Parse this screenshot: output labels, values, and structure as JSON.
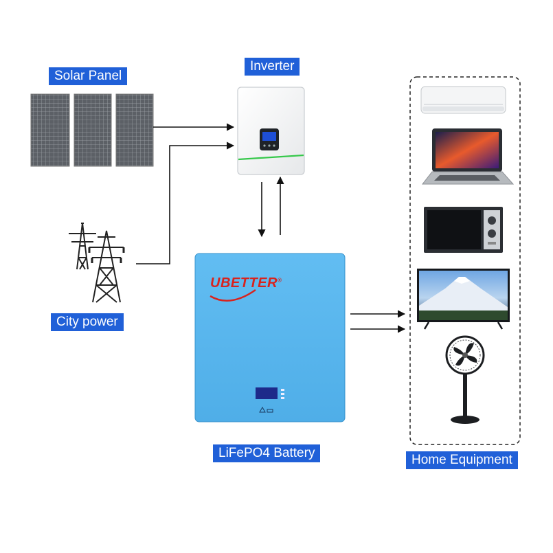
{
  "labels": {
    "solar_panel": "Solar Panel",
    "inverter": "Inverter",
    "city_power": "City power",
    "battery": "LiFePO4 Battery",
    "home_equipment": "Home Equipment"
  },
  "battery_brand": "UBETTER",
  "brand_mark": "®",
  "devices": [
    "air-conditioner",
    "laptop",
    "microwave",
    "television",
    "standing-fan"
  ],
  "colors": {
    "label_bg": "#2060d8",
    "battery": "#5ab7f0",
    "brand_red": "#d8231e",
    "inverter_accent": "#35c84a"
  }
}
